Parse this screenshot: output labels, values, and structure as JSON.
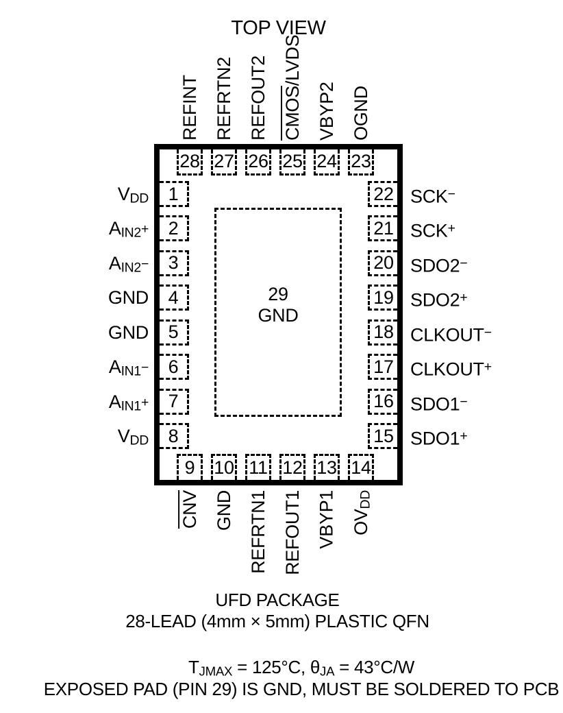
{
  "title": "TOP VIEW",
  "package": {
    "center_pad": {
      "number": "29",
      "label": "GND"
    },
    "left_pins": [
      {
        "num": "1",
        "label": [
          {
            "t": "V"
          },
          {
            "t": "DD",
            "s": "b"
          }
        ]
      },
      {
        "num": "2",
        "label": [
          {
            "t": "A"
          },
          {
            "t": "IN2",
            "s": "b"
          },
          {
            "t": "+",
            "s": "s"
          }
        ]
      },
      {
        "num": "3",
        "label": [
          {
            "t": "A"
          },
          {
            "t": "IN2",
            "s": "b"
          },
          {
            "t": "−",
            "s": "s"
          }
        ]
      },
      {
        "num": "4",
        "label": [
          {
            "t": "GND"
          }
        ]
      },
      {
        "num": "5",
        "label": [
          {
            "t": "GND"
          }
        ]
      },
      {
        "num": "6",
        "label": [
          {
            "t": "A"
          },
          {
            "t": "IN1",
            "s": "b"
          },
          {
            "t": "−",
            "s": "s"
          }
        ]
      },
      {
        "num": "7",
        "label": [
          {
            "t": "A"
          },
          {
            "t": "IN1",
            "s": "b"
          },
          {
            "t": "+",
            "s": "s"
          }
        ]
      },
      {
        "num": "8",
        "label": [
          {
            "t": "V"
          },
          {
            "t": "DD",
            "s": "b"
          }
        ]
      }
    ],
    "right_pins": [
      {
        "num": "22",
        "label": [
          {
            "t": "SCK"
          },
          {
            "t": "−",
            "s": "p"
          }
        ]
      },
      {
        "num": "21",
        "label": [
          {
            "t": "SCK"
          },
          {
            "t": "+",
            "s": "p"
          }
        ]
      },
      {
        "num": "20",
        "label": [
          {
            "t": "SDO2"
          },
          {
            "t": "−",
            "s": "p"
          }
        ]
      },
      {
        "num": "19",
        "label": [
          {
            "t": "SDO2"
          },
          {
            "t": "+",
            "s": "p"
          }
        ]
      },
      {
        "num": "18",
        "label": [
          {
            "t": "CLKOUT"
          },
          {
            "t": "−",
            "s": "p"
          }
        ]
      },
      {
        "num": "17",
        "label": [
          {
            "t": "CLKOUT"
          },
          {
            "t": "+",
            "s": "p"
          }
        ]
      },
      {
        "num": "16",
        "label": [
          {
            "t": "SDO1"
          },
          {
            "t": "−",
            "s": "p"
          }
        ]
      },
      {
        "num": "15",
        "label": [
          {
            "t": "SDO1"
          },
          {
            "t": "+",
            "s": "p"
          }
        ]
      }
    ],
    "top_pins": [
      {
        "num": "28",
        "label": [
          {
            "t": "REFINT"
          }
        ]
      },
      {
        "num": "27",
        "label": [
          {
            "t": "REFRTN2"
          }
        ]
      },
      {
        "num": "26",
        "label": [
          {
            "t": "REFOUT2"
          }
        ]
      },
      {
        "num": "25",
        "label": [
          {
            "t": "CMOS",
            "s": "o"
          },
          {
            "t": "/LVDS"
          }
        ]
      },
      {
        "num": "24",
        "label": [
          {
            "t": "VBYP2"
          }
        ]
      },
      {
        "num": "23",
        "label": [
          {
            "t": "OGND"
          }
        ]
      }
    ],
    "bottom_pins": [
      {
        "num": "9",
        "label": [
          {
            "t": "CNV",
            "s": "o"
          }
        ]
      },
      {
        "num": "10",
        "label": [
          {
            "t": "GND"
          }
        ]
      },
      {
        "num": "11",
        "label": [
          {
            "t": "REFRTN1"
          }
        ]
      },
      {
        "num": "12",
        "label": [
          {
            "t": "REFOUT1"
          }
        ]
      },
      {
        "num": "13",
        "label": [
          {
            "t": "VBYP1"
          }
        ]
      },
      {
        "num": "14",
        "label": [
          {
            "t": "OV"
          },
          {
            "t": "DD",
            "s": "b"
          }
        ]
      }
    ]
  },
  "footer": {
    "package_name": "UFD PACKAGE",
    "package_desc": "28-LEAD (4mm × 5mm) PLASTIC QFN",
    "thermal": [
      {
        "t": "T"
      },
      {
        "t": "JMAX",
        "s": "b"
      },
      {
        "t": " = 125°C, θ"
      },
      {
        "t": "JA",
        "s": "b"
      },
      {
        "t": " = 43°C/W"
      }
    ],
    "exposed_pad_note": "EXPOSED PAD (PIN 29) IS GND, MUST BE SOLDERED TO PCB"
  },
  "colors": {
    "ink": "#000000",
    "background": "#ffffff"
  }
}
